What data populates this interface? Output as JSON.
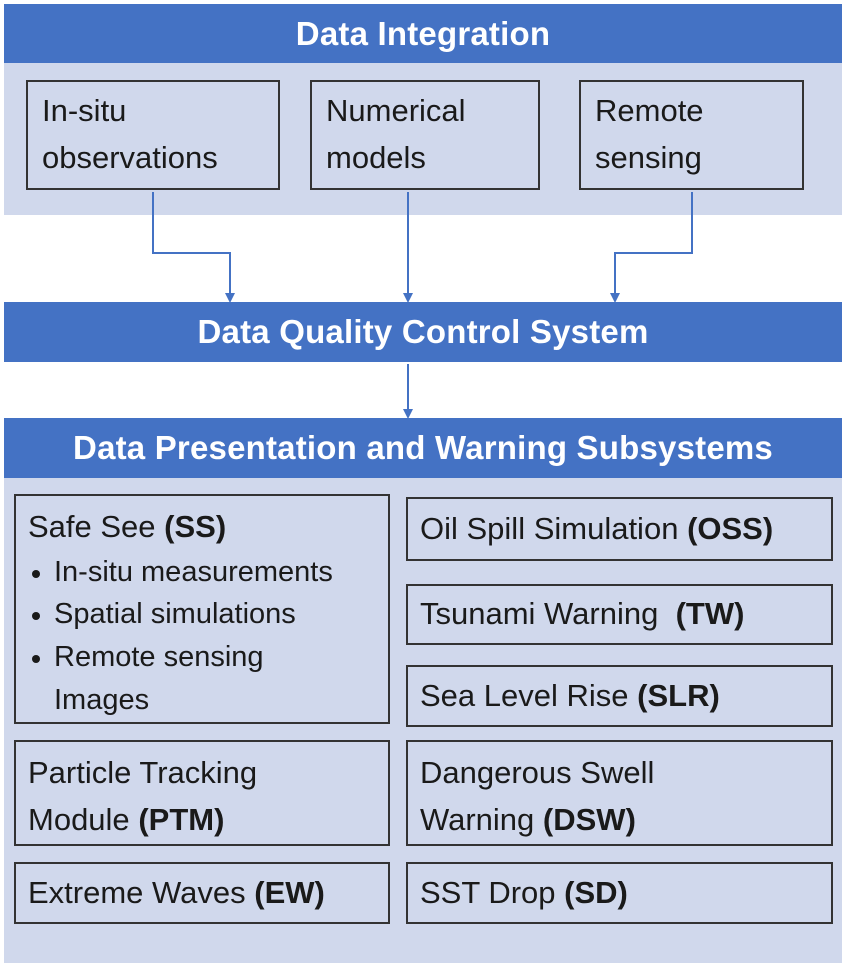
{
  "colors": {
    "banner": "#4472c4",
    "panel": "#d0d8ec",
    "arrow": "#4472c4",
    "border": "#333333"
  },
  "integration": {
    "title": "Data Integration",
    "sources": [
      {
        "line1": "In-situ",
        "line2": "observations"
      },
      {
        "line1": "Numerical",
        "line2": "models"
      },
      {
        "line1": "Remote",
        "line2": "sensing"
      }
    ]
  },
  "qc": {
    "title": "Data Quality Control System"
  },
  "presentation": {
    "title": "Data Presentation and Warning Subsystems",
    "safe_see": {
      "name": "Safe See",
      "abbr": "(SS)",
      "bullets": [
        "In-situ measurements",
        "Spatial simulations",
        "Remote sensing Images"
      ]
    },
    "ptm": {
      "line1": "Particle Tracking",
      "line2": "Module",
      "abbr": "(PTM)"
    },
    "ew": {
      "name": "Extreme Waves",
      "abbr": "(EW)"
    },
    "oss": {
      "name": "Oil Spill Simulation",
      "abbr": "(OSS)"
    },
    "tw": {
      "name": "Tsunami Warning",
      "abbr": "(TW)"
    },
    "slr": {
      "name": "Sea Level Rise",
      "abbr": "(SLR)"
    },
    "dsw": {
      "line1": "Dangerous Swell",
      "line2": "Warning",
      "abbr": "(DSW)"
    },
    "sd": {
      "name": "SST Drop",
      "abbr": "(SD)"
    }
  }
}
